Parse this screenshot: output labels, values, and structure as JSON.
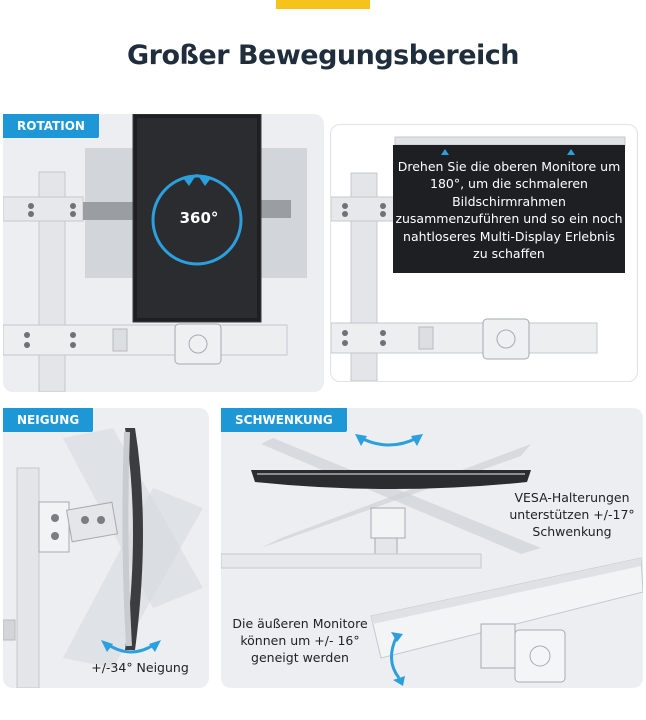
{
  "headline": "Großer Bewegungsbereich",
  "colors": {
    "accent_yellow": "#f5c31b",
    "tag_blue": "#1e97d6",
    "arrow_blue": "#2ba0dd",
    "headline": "#1f2d3d"
  },
  "rotation": {
    "tag": "ROTATION",
    "angle_label": "360°",
    "monitor_text": "Drehen Sie die oberen Monitore um 180°, um die schmaleren Bildschirmrahmen zusammenzuführen und so ein noch nahtloseres Multi-Display Erlebnis zu schaffen"
  },
  "tilt": {
    "tag": "NEIGUNG",
    "caption": "+/-34° Neigung"
  },
  "swivel": {
    "tag": "SCHWENKUNG",
    "vesa_caption": "VESA-Halterungen unterstützen +/-17° Schwenkung",
    "outer_caption": "Die äußeren Monitore können um +/- 16° geneigt werden"
  },
  "icons": [
    "rotate-360-icon",
    "swivel-arrow-icon",
    "tilt-arrow-icon",
    "outer-tilt-arrow-icon",
    "marker-triangle-icon"
  ]
}
